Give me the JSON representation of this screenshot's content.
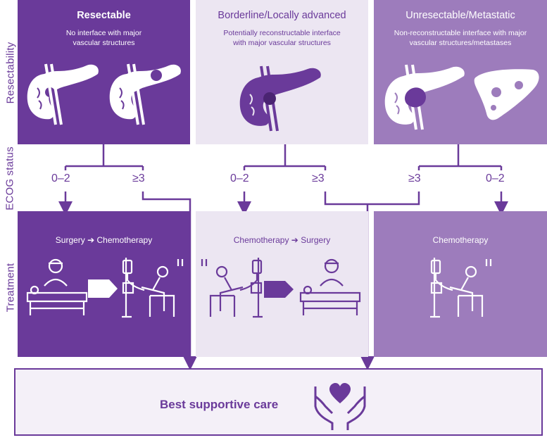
{
  "axis_labels": {
    "resectability": "Resectability",
    "ecog": "ECOG status",
    "treatment": "Treatment"
  },
  "columns": {
    "resectable": {
      "title": "Resectable",
      "subtitle": "No interface with major vascular structures",
      "ecog_left": "0–2",
      "ecog_right": "≥3",
      "treatment": "Surgery ➔ Chemotherapy"
    },
    "borderline": {
      "title": "Borderline/Locally advanced",
      "subtitle": "Potentially reconstructable interface with major vascular structures",
      "ecog_left": "0–2",
      "ecog_right": "≥3",
      "treatment": "Chemotherapy ➔ Surgery"
    },
    "unresectable": {
      "title": "Unresectable/Metastatic",
      "subtitle": "Non-reconstructable interface with major vascular structures/metastases",
      "ecog_left": "≥3",
      "ecog_right": "0–2",
      "treatment": "Chemotherapy"
    }
  },
  "bottom": {
    "label": "Best supportive care"
  },
  "colors": {
    "dark_purple": "#6a3a9a",
    "light_lavender": "#ece6f2",
    "mid_purple": "#9d7cbc"
  },
  "icons": [
    "pancreas-icon",
    "pancreas-tumor-icon",
    "liver-metastases-icon",
    "surgery-patient-icon",
    "chemotherapy-patient-icon",
    "arrow-block-icon",
    "heart-hands-icon"
  ]
}
